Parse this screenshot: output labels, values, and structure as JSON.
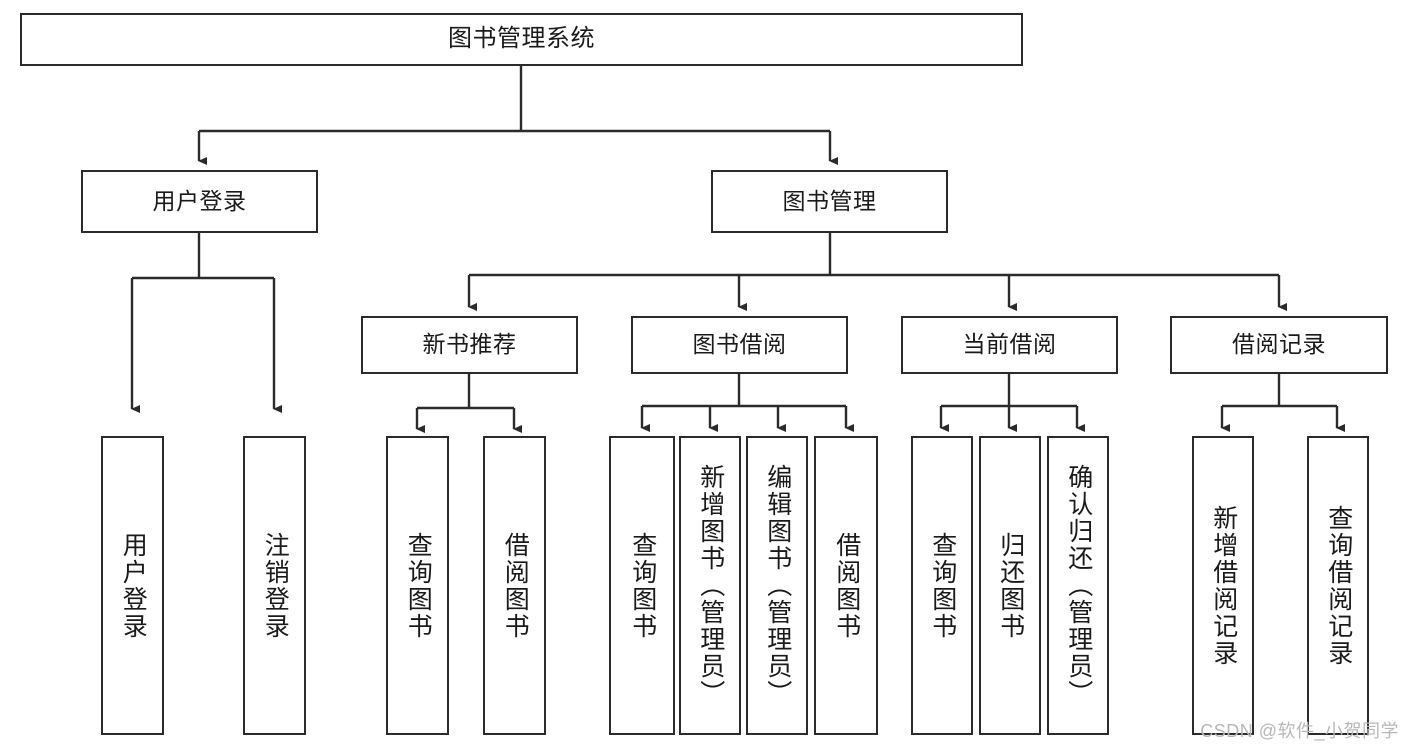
{
  "diagram": {
    "title": "图书管理系统",
    "watermark": "CSDN @软件_小贺同学",
    "accent_color": "#2b2b2b",
    "background_color": "#ffffff",
    "nodes": {
      "root": "图书管理系统",
      "level2": [
        "用户登录",
        "图书管理"
      ],
      "level3": [
        "新书推荐",
        "图书借阅",
        "当前借阅",
        "借阅记录"
      ],
      "leaves": {
        "user_login": [
          "用户登录",
          "注销登录"
        ],
        "new_book_recommend": [
          "查询图书",
          "借阅图书"
        ],
        "book_borrow": [
          "查询图书",
          "新增图书（管理员）",
          "编辑图书（管理员）",
          "借阅图书"
        ],
        "current_borrow": [
          "查询图书",
          "归还图书",
          "确认归还（管理员）"
        ],
        "borrow_record": [
          "新增借阅记录",
          "查询借阅记录"
        ]
      }
    }
  }
}
